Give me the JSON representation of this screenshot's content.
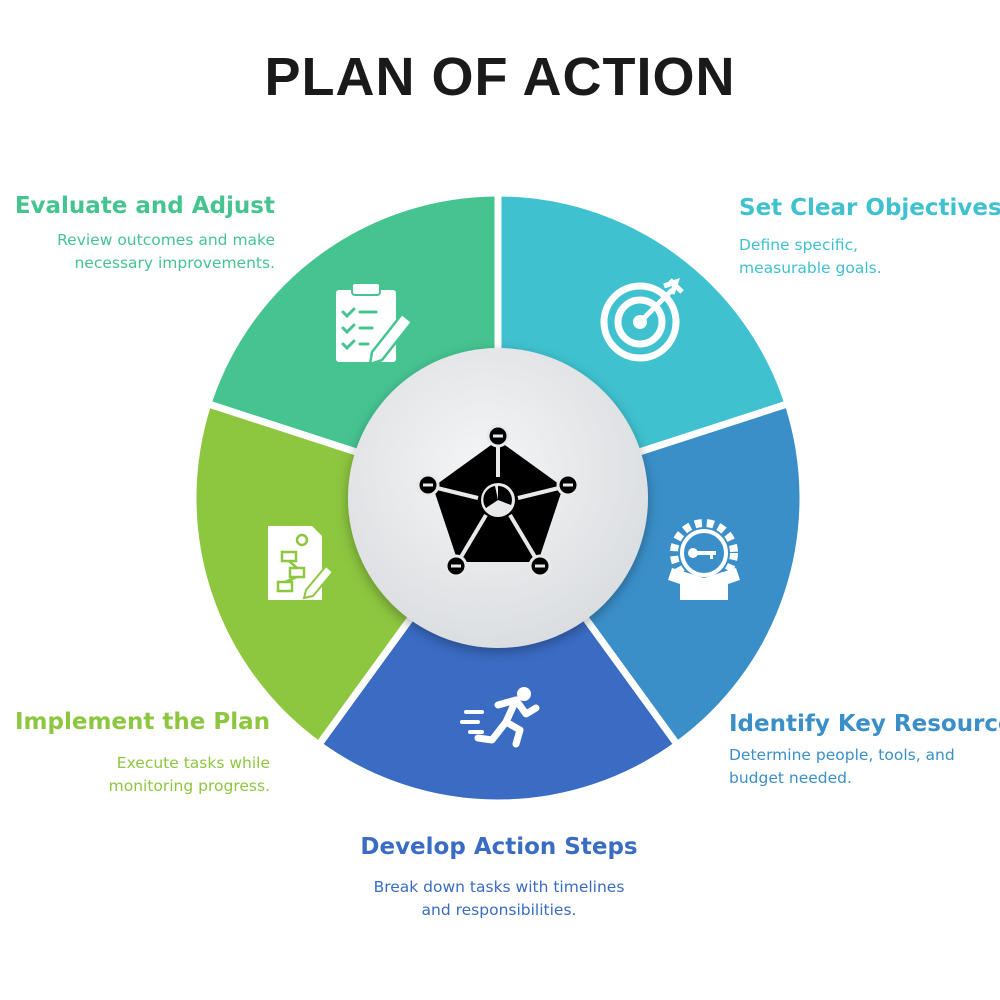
{
  "title": "PLAN OF ACTION",
  "colors": {
    "evaluate": "#45c490",
    "objectives": "#3fc1cf",
    "resources": "#3a8fc9",
    "develop": "#3a6cc4",
    "implement": "#8dc63f"
  },
  "steps": {
    "objectives": {
      "title": "Set Clear Objectives",
      "desc1": "Define specific,",
      "desc2": "measurable goals.",
      "icon": "target-icon"
    },
    "resources": {
      "title": "Identify Key Resources",
      "desc1": "Determine people, tools, and",
      "desc2": "budget needed.",
      "icon": "gear-box-key-icon"
    },
    "develop": {
      "title": "Develop Action Steps",
      "desc1": "Break down tasks with timelines",
      "desc2": "and responsibilities.",
      "icon": "running-person-icon"
    },
    "implement": {
      "title": "Implement the Plan",
      "desc1": "Execute tasks while",
      "desc2": "monitoring progress.",
      "icon": "flowchart-document-icon"
    },
    "evaluate": {
      "title": "Evaluate and Adjust",
      "desc1": "Review outcomes and make",
      "desc2": "necessary improvements.",
      "icon": "clipboard-checklist-icon"
    }
  },
  "center_icon": "pentagon-network-icon"
}
